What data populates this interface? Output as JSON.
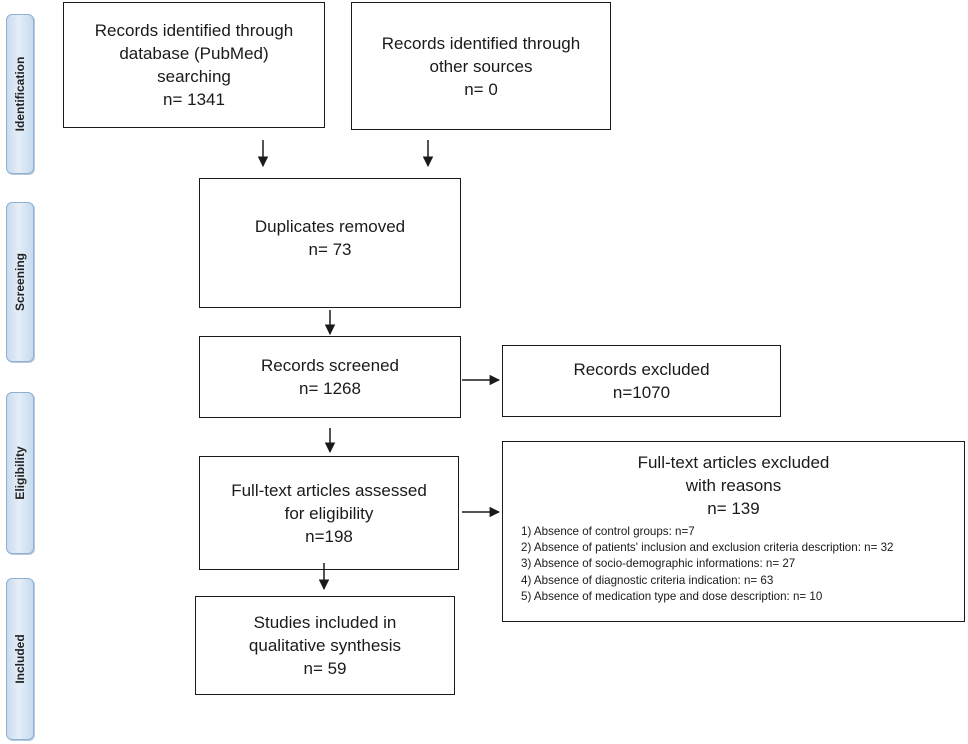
{
  "phases": {
    "identification": "Identification",
    "screening": "Screening",
    "eligibility": "Eligibility",
    "included": "Included"
  },
  "boxes": {
    "database": [
      "Records identified through",
      "database (PubMed)",
      "searching",
      "n= 1341"
    ],
    "other_sources": [
      "Records identified through",
      "other sources",
      "n= 0"
    ],
    "duplicates": [
      "Duplicates removed",
      "n= 73"
    ],
    "screened": [
      "Records screened",
      "n= 1268"
    ],
    "excluded": [
      "Records excluded",
      "n=1070"
    ],
    "fulltext": [
      "Full-text articles assessed",
      "for eligibility",
      "n=198"
    ],
    "fulltext_excluded": [
      "Full-text articles excluded",
      "with reasons",
      "n= 139"
    ],
    "included": [
      "Studies included in",
      "qualitative synthesis",
      "n= 59"
    ]
  },
  "exclusion_reasons": [
    "1) Absence of control groups: n=7",
    "2) Absence of patients' inclusion and exclusion criteria description: n= 32",
    "3) Absence of socio-demographic informations: n= 27",
    "4) Absence of diagnostic criteria indication: n= 63",
    "5) Absence of  medication type and dose description: n= 10"
  ]
}
